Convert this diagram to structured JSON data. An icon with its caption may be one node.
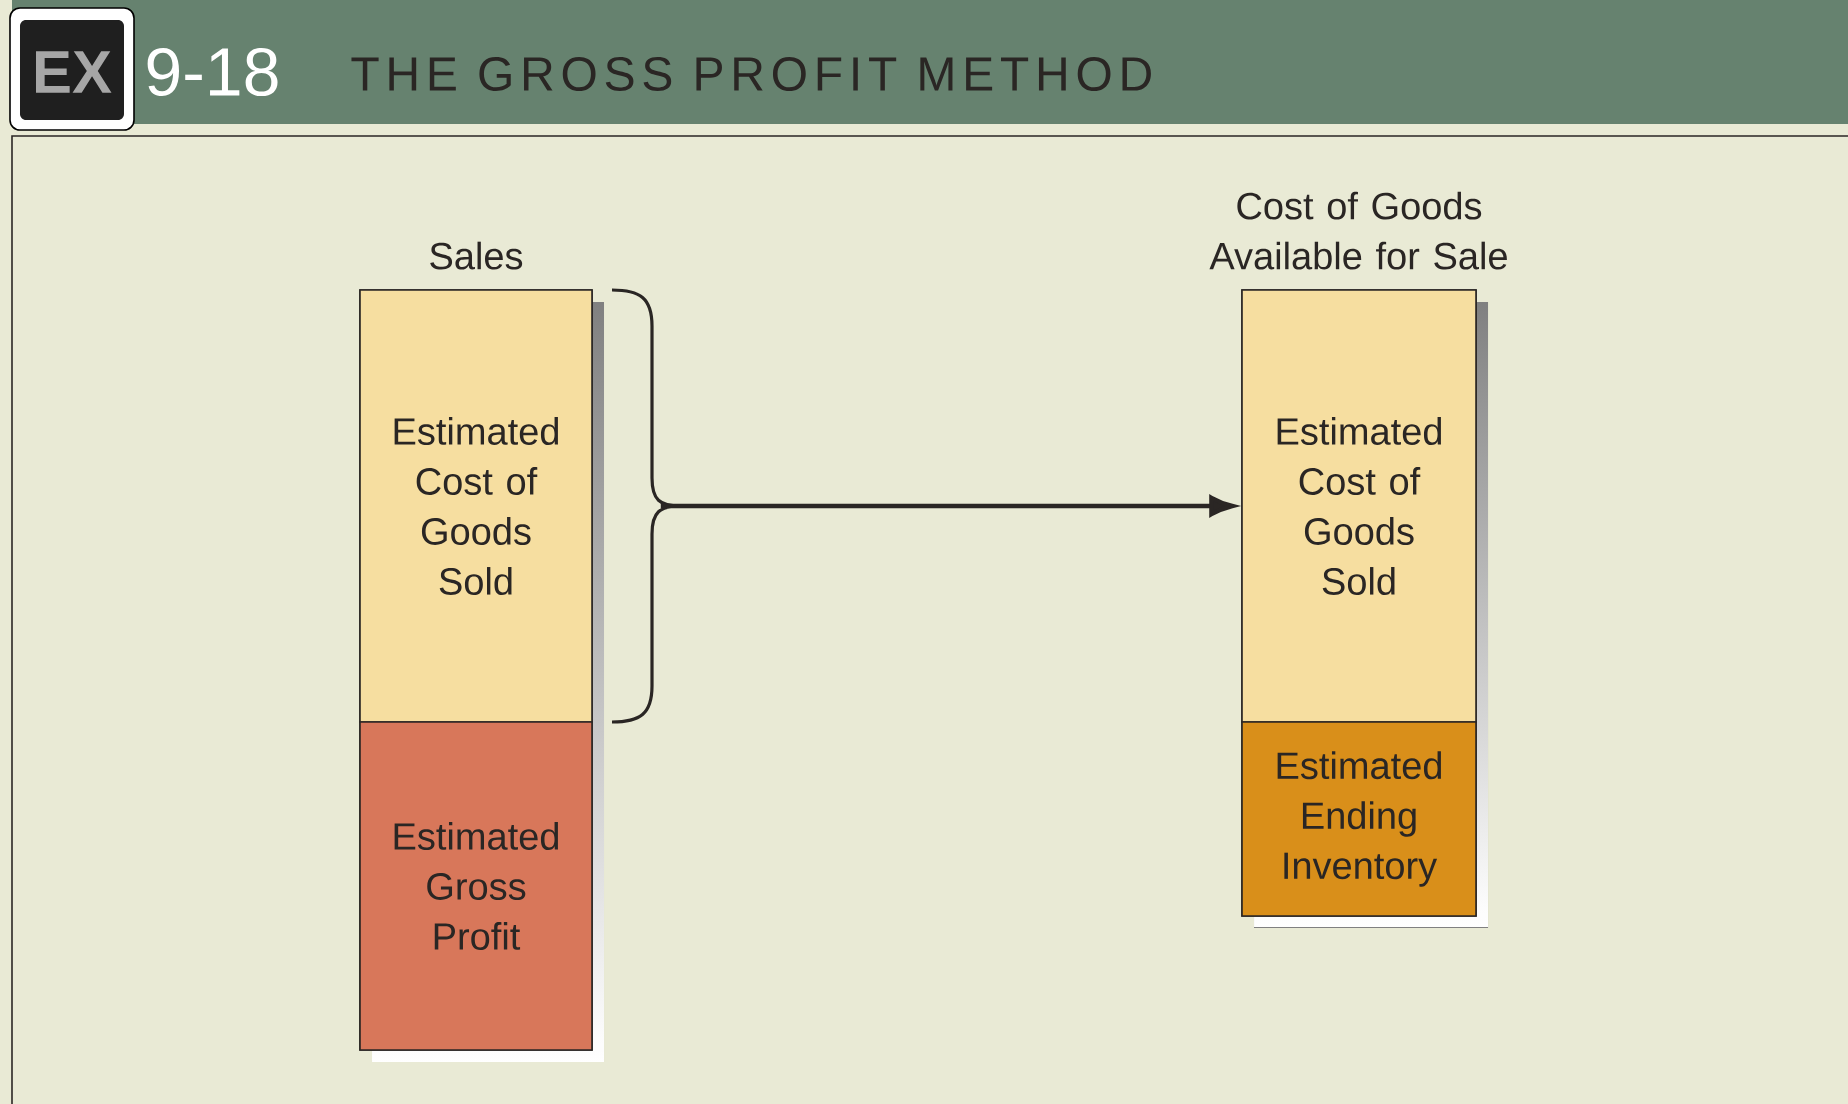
{
  "diagram": {
    "title": "THE GROSS PROFIT METHOD",
    "nodes": [
      {
        "text": [
          "Sales"
        ]
      },
      {
        "text": [
          "Estimated Cost of Goods Sold"
        ],
        "in": 0
      },
      {
        "text": [
          "Estimated Gross Profit"
        ],
        "in": 0
      },
      {
        "text": [
          "Cost of Goods Available for Sale"
        ]
      },
      {
        "text": [
          "Estimated Cost of Goods Sold"
        ],
        "in": 3
      },
      {
        "text": [
          "Estimated Ending Inventory"
        ],
        "in": 3
      }
    ],
    "edges": [
      {
        "from": 1,
        "to": 4,
        "arrow": "to"
      }
    ],
    "labels": [
      "EX",
      "9-18"
    ]
  }
}
